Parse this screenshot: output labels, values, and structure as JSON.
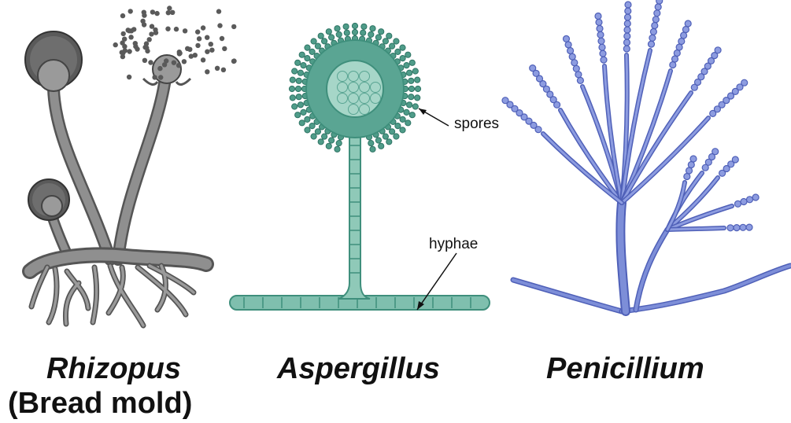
{
  "organisms": [
    {
      "name": "Rhizopus",
      "common_name": "(Bread mold)"
    },
    {
      "name": "Aspergillus"
    },
    {
      "name": "Penicillium"
    }
  ],
  "annotations": {
    "spores": "spores",
    "hyphae": "hyphae"
  },
  "colors": {
    "rhizopus_fill": "#8f8f8f",
    "rhizopus_dark": "#555555",
    "aspergillus_fill": "#7fbfae",
    "aspergillus_dark": "#3f8f7c",
    "penicillium_fill": "#7d8ed8",
    "penicillium_dark": "#4f60b8"
  }
}
